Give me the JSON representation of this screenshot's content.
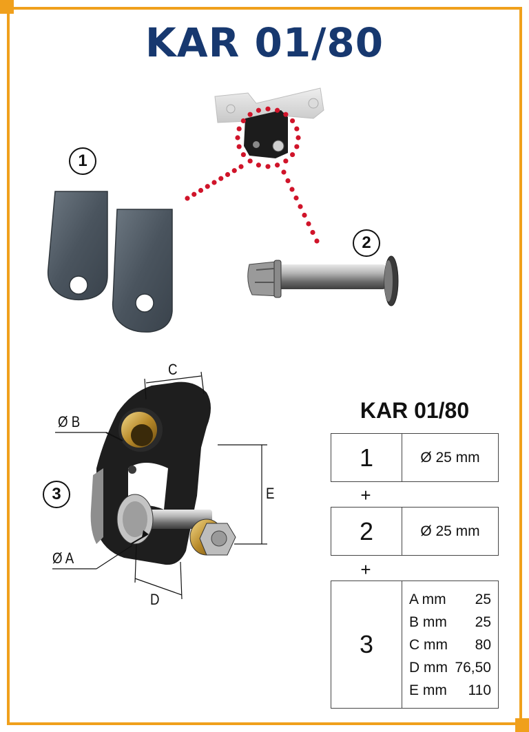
{
  "title": "KAR 01/80",
  "part_numbers": [
    "1",
    "2",
    "3"
  ],
  "dimension_labels": {
    "A": "Ø A",
    "B": "Ø B",
    "C": "C",
    "D": "D",
    "E": "E"
  },
  "table": {
    "title": "KAR 01/80",
    "rows": [
      {
        "num": "1",
        "value": "Ø 25 mm"
      },
      {
        "num": "2",
        "value": "Ø 25 mm"
      }
    ],
    "plus": "+",
    "spec_row": {
      "num": "3",
      "specs": [
        {
          "label": "A mm",
          "value": "25"
        },
        {
          "label": "B mm",
          "value": "25"
        },
        {
          "label": "C mm",
          "value": "80"
        },
        {
          "label": "D mm",
          "value": "76,50"
        },
        {
          "label": "E mm",
          "value": "110"
        }
      ]
    }
  },
  "colors": {
    "frame": "#f0a01c",
    "title": "#17386f",
    "dots": "#d0142a"
  }
}
